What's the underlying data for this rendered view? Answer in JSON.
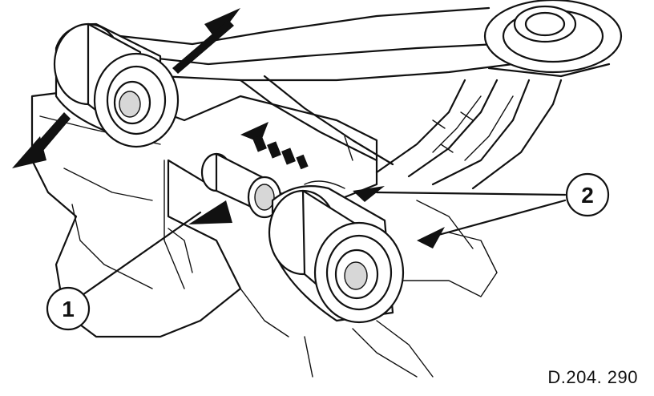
{
  "diagram": {
    "callouts": [
      {
        "id": "1",
        "label": "1"
      },
      {
        "id": "2",
        "label": "2"
      }
    ],
    "reference_code": "D.204. 290"
  }
}
